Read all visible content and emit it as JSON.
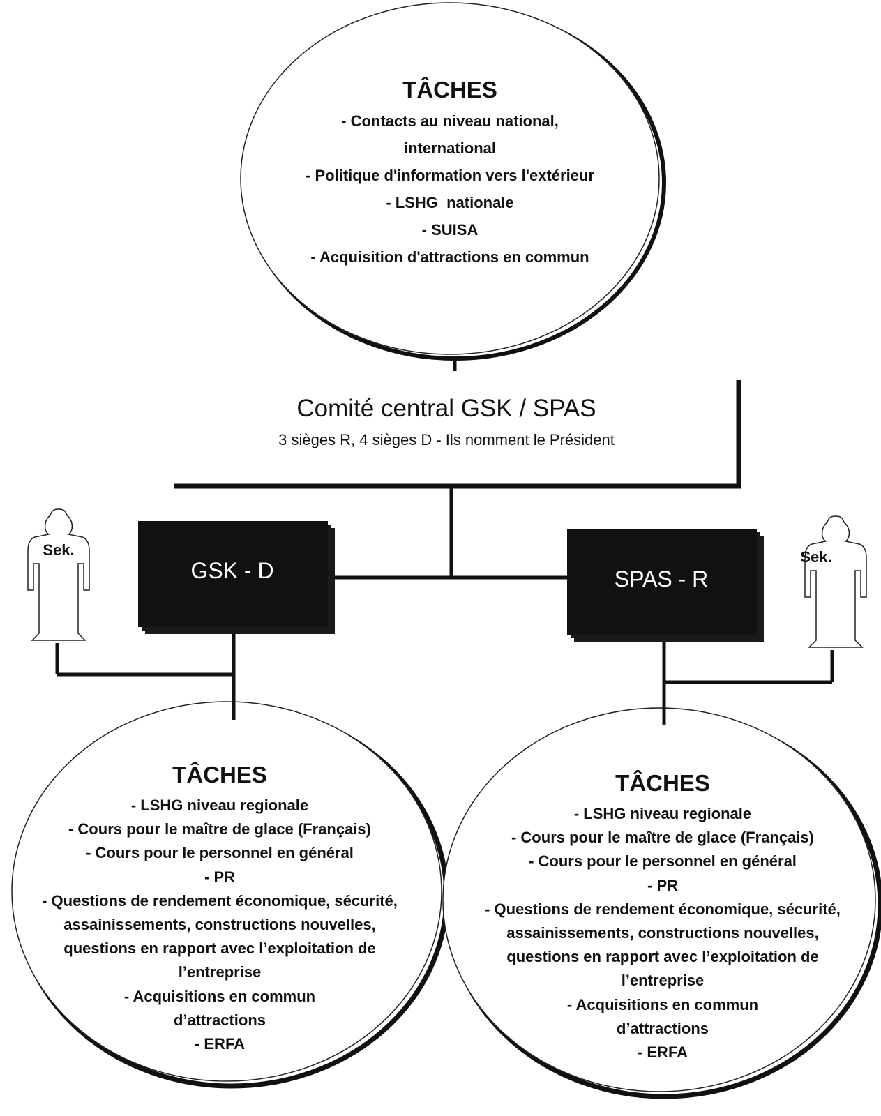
{
  "top": {
    "heading": "TÂCHES",
    "items": [
      "- Contacts au niveau national,",
      "international",
      "- Politique d'information vers l'extérieur",
      "- LSHG  nationale",
      "- SUISA",
      "- Acquisition d'attractions en commun"
    ]
  },
  "central": {
    "title": "Comité central GSK / SPAS",
    "subtitle": "3 sièges R, 4 sièges D - Ils nomment le Président"
  },
  "boxes": {
    "left": "GSK - D",
    "right": "SPAS - R"
  },
  "secretariat": {
    "left": "Sek.",
    "right": "Sek."
  },
  "left": {
    "heading": "TÂCHES",
    "items": [
      "- LSHG niveau regionale",
      "- Cours pour le maître de glace (Français)",
      "- Cours pour le personnel en général",
      "- PR",
      "- Questions de rendement économique, sécurité,",
      "assainissements, constructions nouvelles,",
      "questions en rapport avec l’exploitation de",
      "l’entreprise",
      "- Acquisitions en commun",
      "d’attractions",
      "- ERFA"
    ]
  },
  "right": {
    "heading": "TÂCHES",
    "items": [
      "- LSHG niveau regionale",
      "- Cours pour le maître de glace (Français)",
      "- Cours pour le personnel en général",
      "- PR",
      "- Questions de rendement économique, sécurité,",
      "assainissements, constructions nouvelles,",
      "questions en rapport avec l’exploitation de",
      "l’entreprise",
      "- Acquisitions en commun",
      "d’attractions",
      "- ERFA"
    ]
  }
}
